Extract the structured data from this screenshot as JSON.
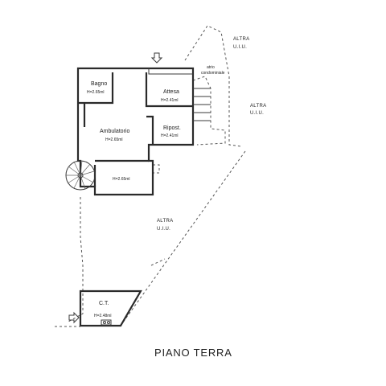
{
  "rooms": {
    "bagno": {
      "name": "Bagno",
      "height": "H=2.65ml"
    },
    "attesa": {
      "name": "Attesa",
      "height": "H=2.41ml"
    },
    "ambulatorio": {
      "name": "Ambulatorio",
      "height": "H=2.65ml"
    },
    "ripost": {
      "name": "Ripost.",
      "height": "H=2.41ml"
    },
    "corridoio": {
      "height": "H=2.65ml"
    },
    "ct": {
      "name": "C.T.",
      "height": "H=2.48ml"
    }
  },
  "atrio": {
    "line1": "atrio",
    "line2": "condominiale"
  },
  "altra_uiu": [
    {
      "line1": "ALTRA",
      "line2": "U.I.U."
    },
    {
      "line1": "ALTRA",
      "line2": "U.I.U."
    },
    {
      "line1": "ALTRA",
      "line2": "U.I.U."
    }
  ],
  "floor_title": "PIANO TERRA"
}
